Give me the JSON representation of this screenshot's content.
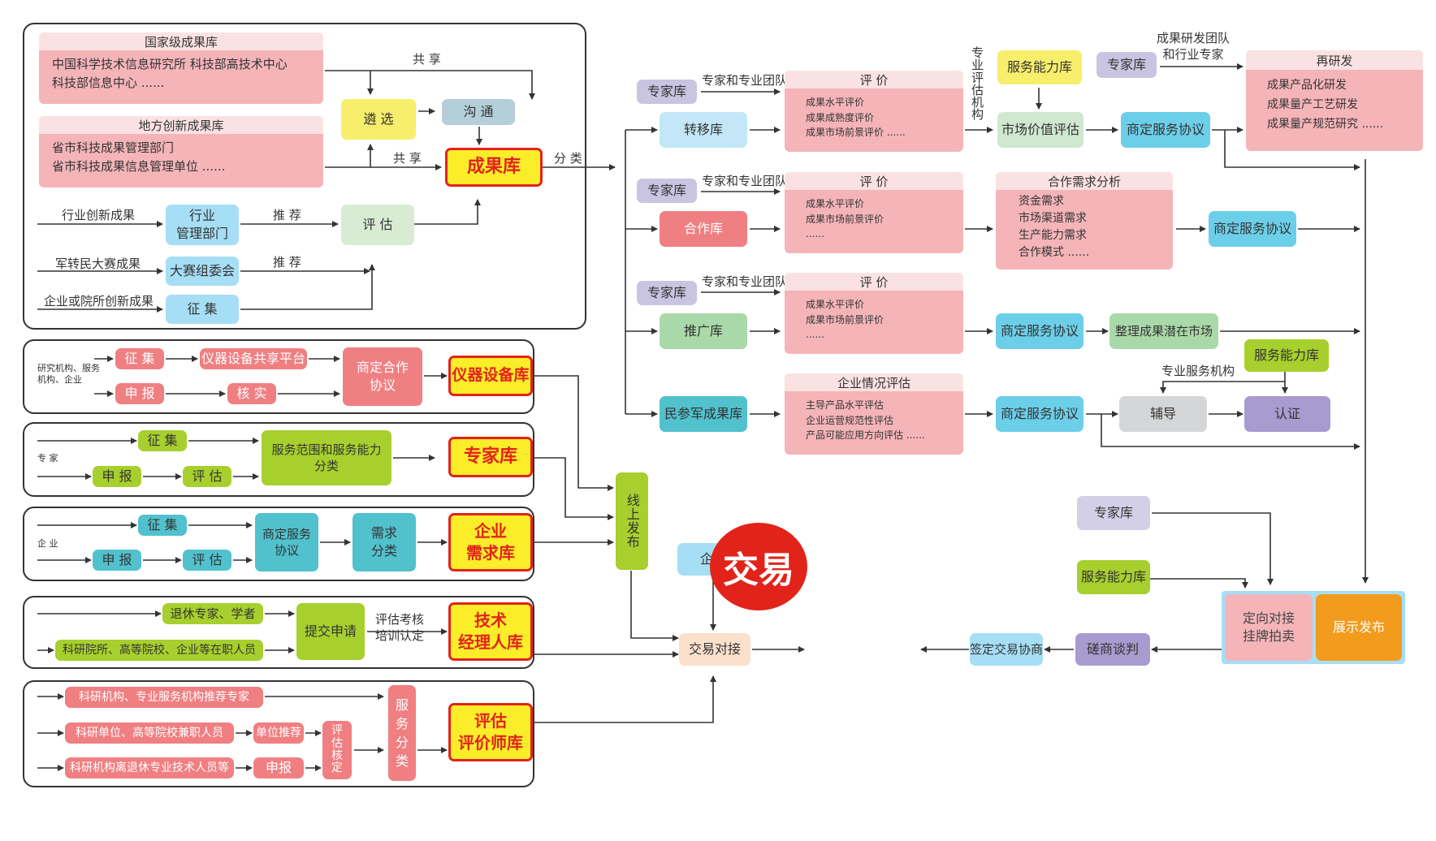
{
  "national_lib": {
    "header": "国家级成果库",
    "body": "中国科学技术信息研究所    科技部高技术中心\n科技部信息中心            ......"
  },
  "local_lib": {
    "header": "地方创新成果库",
    "body": "省市科技成果管理部门\n省市科技成果信息管理单位    ......"
  },
  "screen": "遴 选",
  "communicate": "沟 通",
  "share_top": "共 享",
  "share_mid": "共 享",
  "result_db": "成果库",
  "classify": "分 类",
  "industry_innovation": "行业创新成果",
  "industry_dept": "行业\n管理部门",
  "recommend1": "推 荐",
  "evaluate": "评    估",
  "military_results": "军转民大赛成果",
  "contest_committee": "大赛组委会",
  "recommend2": "推 荐",
  "enterprise_results": "企业或院所创新成果",
  "collect": "征      集",
  "instrument": {
    "source": "研究机构、服务\n机构、企业",
    "collect": "征 集",
    "platform": "仪器设备共享平台",
    "declare": "申 报",
    "verify": "核 实",
    "agreement": "商定合作\n协议",
    "db": "仪器设备库"
  },
  "expert": {
    "collect": "征 集",
    "source": "专 家",
    "declare": "申 报",
    "evaluate": "评 估",
    "classify": "服务范围和服务能力\n分类",
    "db": "专家库"
  },
  "demand": {
    "collect": "征 集",
    "source": "企 业",
    "declare": "申 报",
    "evaluate": "评 估",
    "agreement": "商定服务\n协议",
    "classify": "需求\n分类",
    "db": "企业\n需求库"
  },
  "manager": {
    "retired": "退休专家、学者",
    "staff": "科研院所、高等院校、企业等在职人员",
    "apply": "提交申请",
    "assess": "评估考核\n培训认定",
    "db": "技术\n经理人库"
  },
  "valuer": {
    "row1": "科研机构、专业服务机构推荐专家",
    "row2": "科研单位、高等院校兼职人员",
    "unit_rec": "单位推荐",
    "row3": "科研机构离退休专业技术人员等",
    "declare": "申报",
    "verify": "评\n估\n核\n定",
    "service_class": "服\n务\n分\n类",
    "db": "评估\n评价师库"
  },
  "online_publish": "线上发布",
  "enterprise": "企业",
  "match": "交易对接",
  "trade": "交易",
  "sign": "签定交易协商",
  "negotiate": "磋商谈判",
  "directed": "定向对接\n挂牌拍卖",
  "show_publish": "展示发布",
  "bottom_expert_lib": "专家库",
  "bottom_capability_lib": "服务能力库",
  "transfer": {
    "expert_lib": "专家库",
    "team_label": "专家和专业团队",
    "lib": "转移库",
    "eval_header": "评              价",
    "eval_body": "成果水平评价\n成果成熟度评价\n成果市场前景评价      ......",
    "pro_eval": "专\n业\n评\n估\n机\n构",
    "capability_lib": "服务能力库",
    "market_value": "市场价值评估",
    "expert_lib2": "专家库",
    "agreement": "商定服务协议",
    "rd_team": "成果研发团队\n和行业专家",
    "redev_header": "再研发",
    "redev_body": "成果产品化研发\n成果量产工艺研发\n成果量产规范研究      ......"
  },
  "cooperation": {
    "expert_lib": "专家库",
    "team_label": "专家和专业团队",
    "lib": "合作库",
    "eval_header": "评              价",
    "eval_body": "成果水平评价\n成果市场前景评价\n......",
    "analysis_header": "合作需求分析",
    "analysis_body": "资金需求\n市场渠道需求\n生产能力需求\n合作模式 ......",
    "agreement": "商定服务协议"
  },
  "promotion": {
    "expert_lib": "专家库",
    "team_label": "专家和专业团队",
    "lib": "推广库",
    "eval_header": "评              价",
    "eval_body": "成果水平评价\n成果市场前景评价\n......",
    "agreement": "商定服务协议",
    "market": "整理成果潜在市场"
  },
  "civil_military": {
    "lib": "民参军成果库",
    "eval_header": "企业情况评估",
    "eval_body": "主导产品水平评估\n企业运营规范性评估\n产品可能应用方向评估        ......",
    "agreement": "商定服务协议",
    "guide": "辅导",
    "pro_service": "专业服务机构",
    "capability_lib": "服务能力库",
    "certify": "认证"
  }
}
